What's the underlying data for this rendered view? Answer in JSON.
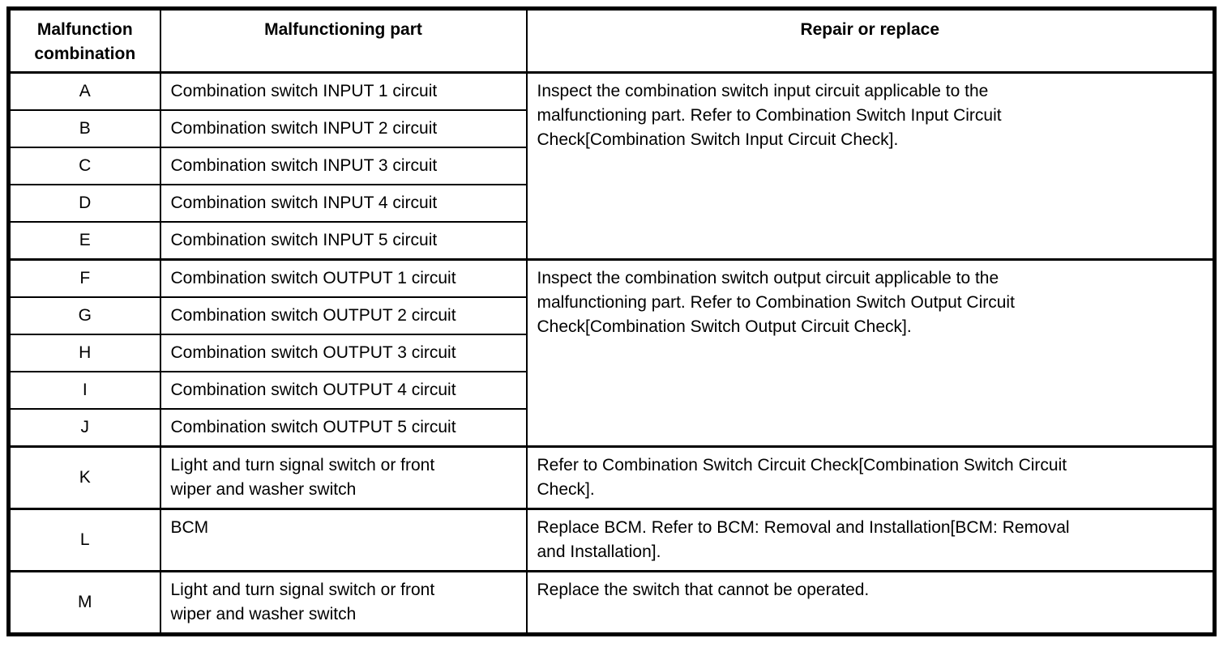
{
  "colors": {
    "background": "#ffffff",
    "line": "#000000",
    "text": "#000000"
  },
  "table": {
    "headers": {
      "combo": "Malfunction\ncombination",
      "part": "Malfunctioning part",
      "repair": "Repair or replace"
    },
    "rows": [
      {
        "combo": "A",
        "part": "Combination switch INPUT 1 circuit",
        "repair": "Inspect the combination switch input circuit applicable to the\nmalfunctioning part. Refer to Combination Switch Input Circuit\nCheck[Combination Switch Input Circuit Check].",
        "repair_rowspan": 5
      },
      {
        "combo": "B",
        "part": "Combination switch INPUT 2 circuit"
      },
      {
        "combo": "C",
        "part": "Combination switch INPUT 3 circuit"
      },
      {
        "combo": "D",
        "part": "Combination switch INPUT 4 circuit"
      },
      {
        "combo": "E",
        "part": "Combination switch INPUT 5 circuit"
      },
      {
        "combo": "F",
        "part": "Combination switch OUTPUT 1 circuit",
        "repair": "Inspect the combination switch output circuit applicable to the\nmalfunctioning part. Refer to Combination Switch Output Circuit\nCheck[Combination Switch Output Circuit Check].",
        "repair_rowspan": 5
      },
      {
        "combo": "G",
        "part": "Combination switch OUTPUT 2 circuit"
      },
      {
        "combo": "H",
        "part": "Combination switch OUTPUT 3 circuit"
      },
      {
        "combo": "I",
        "part": "Combination switch OUTPUT 4 circuit"
      },
      {
        "combo": "J",
        "part": "Combination switch OUTPUT 5 circuit"
      },
      {
        "combo": "K",
        "part": "Light and turn signal switch or front\nwiper and washer switch",
        "repair": "Refer to Combination Switch Circuit Check[Combination Switch Circuit\nCheck]."
      },
      {
        "combo": "L",
        "part": "BCM",
        "repair": "Replace BCM. Refer to BCM: Removal and Installation[BCM: Removal\nand Installation]."
      },
      {
        "combo": "M",
        "part": "Light and turn signal switch or front\nwiper and washer switch",
        "repair": "Replace the switch that cannot be operated."
      }
    ]
  }
}
